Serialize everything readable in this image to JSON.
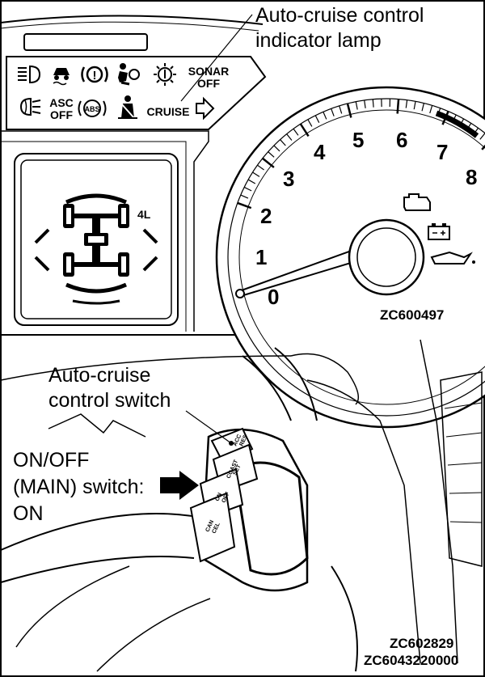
{
  "top_panel": {
    "callout_line1": "Auto-cruise control",
    "callout_line2": "indicator lamp",
    "figure_code": "ZC600497",
    "warning_labels": {
      "sonar_line1": "SONAR",
      "sonar_line2": "OFF",
      "asc_line1": "ASC",
      "asc_line2": "OFF",
      "abs": "ABS",
      "cruise": "CRUISE",
      "four_l": "4L"
    },
    "tach_numbers": [
      "0",
      "1",
      "2",
      "3",
      "4",
      "5",
      "6",
      "7",
      "8"
    ]
  },
  "bottom_panel": {
    "switch_callout_line1": "Auto-cruise",
    "switch_callout_line2": "control switch",
    "main_callout_line1": "ON/OFF",
    "main_callout_line2": "(MAIN) switch:",
    "main_callout_line3": "ON",
    "figure_code": "ZC602829",
    "button_labels": {
      "acc_line1": "ACC",
      "acc_line2": "RES",
      "coast_line1": "COAST",
      "coast_line2": "SET",
      "onoff_line1": "ON",
      "onoff_line2": "OFF",
      "cancel_line1": "CAN",
      "cancel_line2": "CEL"
    }
  },
  "document_code": "ZC6043220000"
}
